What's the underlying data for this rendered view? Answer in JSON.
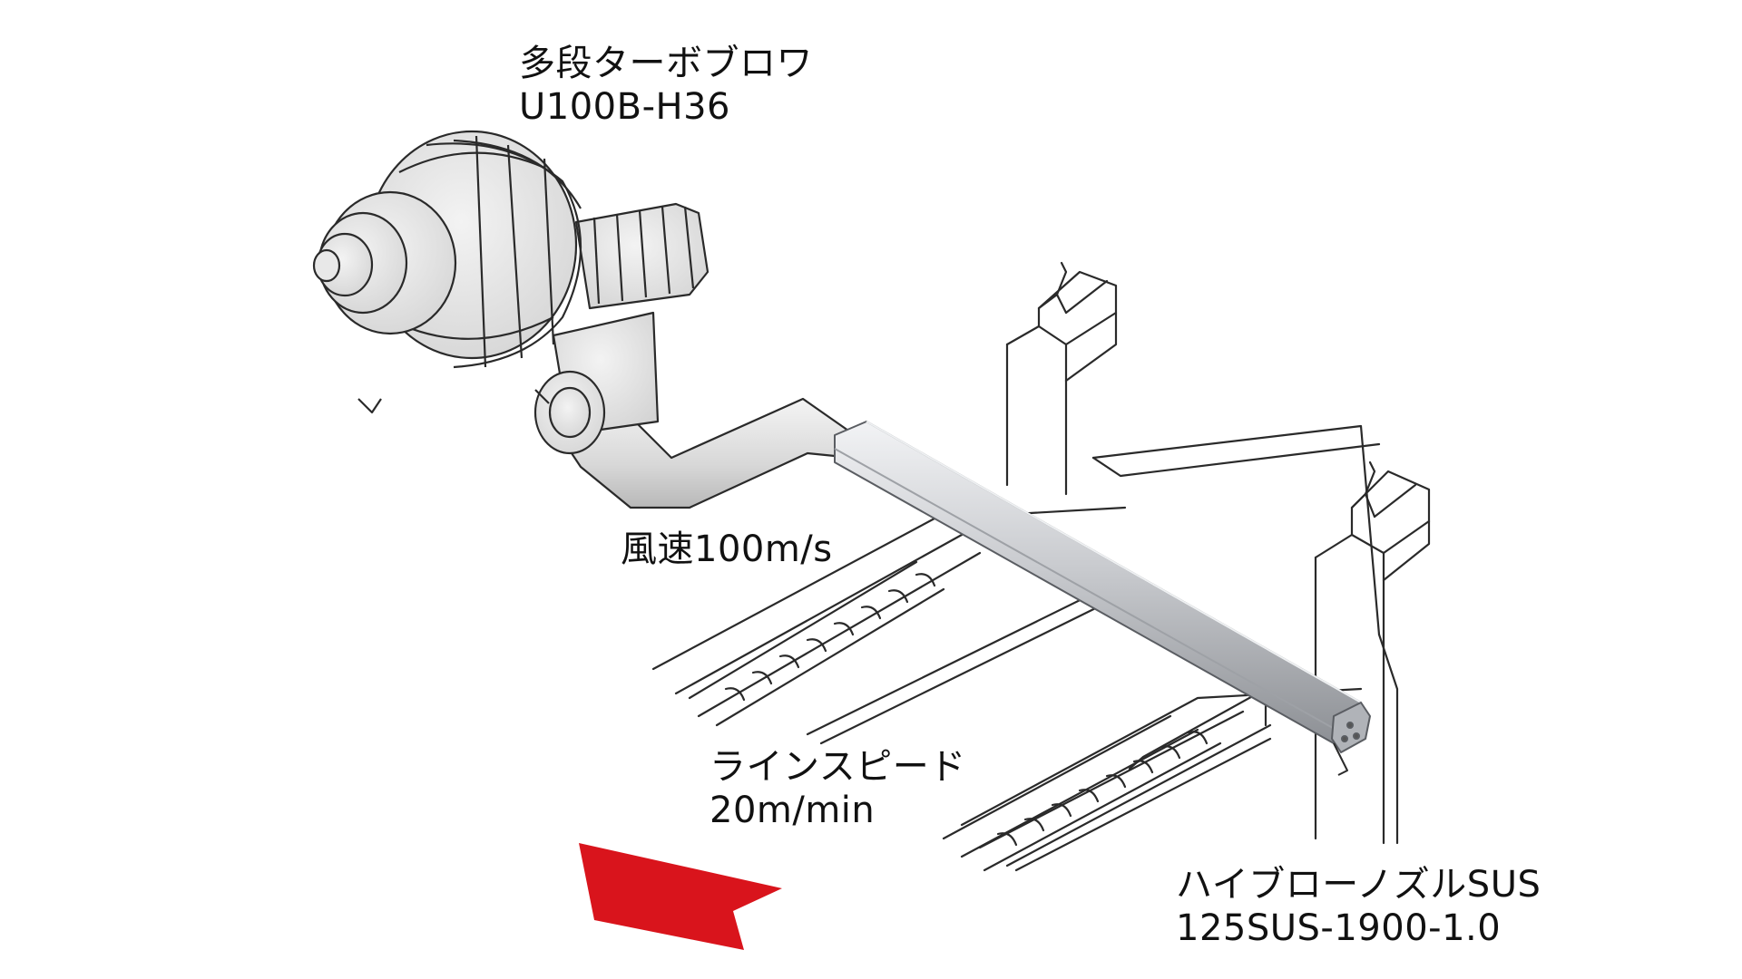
{
  "labels": {
    "blower_name": "多段ターボブロワ",
    "blower_model": "U100B-H36",
    "wind_speed": "風速100m/s",
    "line_speed_label": "ラインスピード",
    "line_speed_value": "20m/min",
    "nozzle_name": "ハイブローノズルSUS",
    "nozzle_model": "125SUS-1900-1.0"
  },
  "colors": {
    "arrow": "#d9141c",
    "line_art": "#2a2a2a",
    "nozzle_body": "#c9cbcf",
    "background": "#ffffff"
  },
  "icons": {
    "blower": "turbo-blower-illustration",
    "nozzle": "air-nozzle-bar",
    "direction": "left-down-arrow"
  }
}
